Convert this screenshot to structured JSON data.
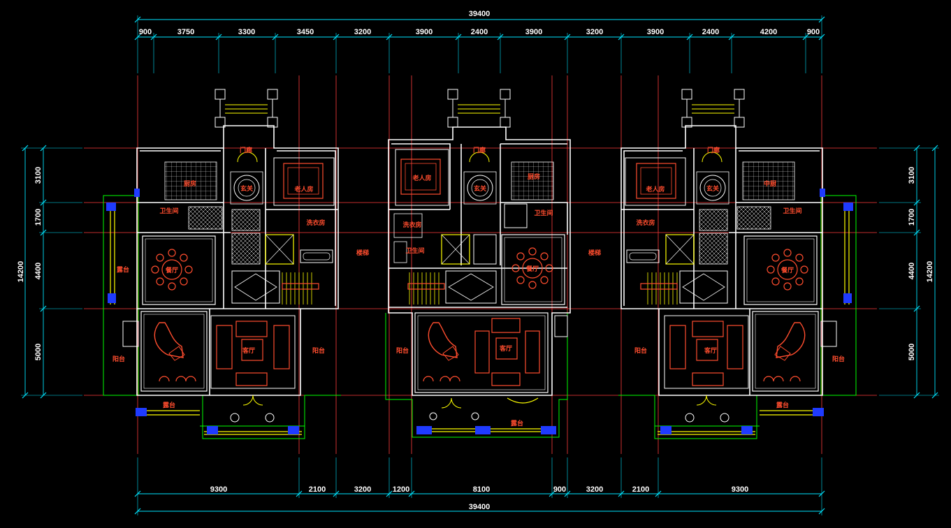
{
  "drawing": {
    "overall_width": "39400",
    "top_segments": [
      "900",
      "3750",
      "3300",
      "3450",
      "3200",
      "3900",
      "2400",
      "3900",
      "3200",
      "3900",
      "2400",
      "4200",
      "900"
    ],
    "bottom_segments": [
      "9300",
      "2100",
      "3200",
      "1200",
      "8100",
      "900",
      "3200",
      "2100",
      "9300"
    ],
    "side_segments": [
      "3100",
      "1700",
      "4400",
      "5000"
    ],
    "overall_depth": "14200"
  },
  "rooms": {
    "entry_porch": "门廊",
    "foyer": "玄关",
    "elder_room": "老人房",
    "kitchen": "厨房",
    "kitchen_alt": "中厨",
    "laundry": "洗衣房",
    "dining": "餐厅",
    "living": "客厅",
    "balcony": "阳台",
    "terrace": "露台",
    "stair": "楼梯",
    "bath": "卫生间"
  },
  "colors": {
    "background": "#000000",
    "wall": "#ffffff",
    "dimension": "#00e5ff",
    "axis": "#ff3b3b",
    "furniture": "#ff4d2e",
    "balcony_rail": "#ffff00",
    "terrace_edge": "#00ff00",
    "column": "#1f3bff"
  }
}
